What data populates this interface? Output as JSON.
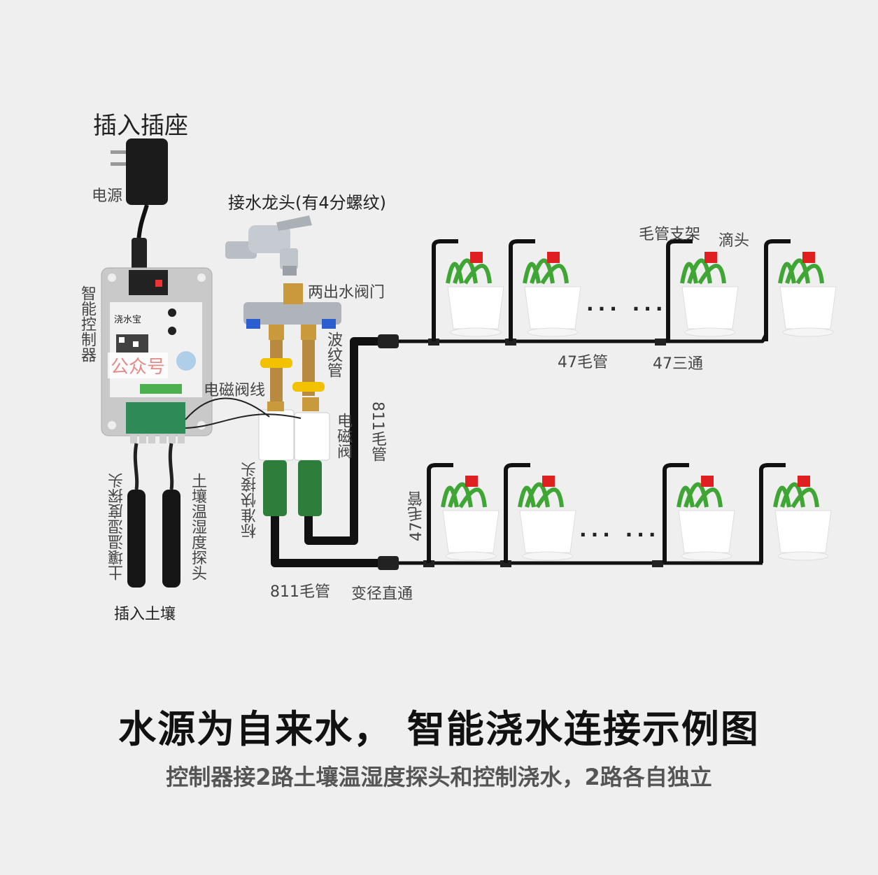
{
  "labels": {
    "plug_in_socket": "插入插座",
    "power": "电源",
    "smart_controller": "智能控制器",
    "faucet": "接水龙头(有4分螺纹)",
    "two_outlet_valve": "两出水阀门",
    "corrugated_pipe": "波纹管",
    "solenoid_wire": "电磁阀线",
    "solenoid_valve": "电磁阀",
    "capillary_811_vertical": "811毛管",
    "standard_quick_connector": "标准快接头",
    "soil_probe_left": "土壤温湿度探头",
    "soil_probe_right": "土壤温湿度探头",
    "insert_soil": "插入土壤",
    "capillary_811_bottom": "811毛管",
    "reducer_straight": "变径直通",
    "capillary_bracket": "毛管支架",
    "dripper": "滴头",
    "capillary_47_top": "47毛管",
    "tee_47": "47三通",
    "capillary_47_left": "47毛管",
    "ellipsis_top": "··· ···",
    "ellipsis_bottom": "··· ···"
  },
  "controller": {
    "brand": "浇水宝",
    "public_account": "公众号"
  },
  "main_title": "水源为自来水， 智能浇水连接示例图",
  "sub_title": "控制器接2路土壤温湿度探头和控制浇水，2路各自独立",
  "colors": {
    "background": "#efefef",
    "pipe": "#111111",
    "controller_body": "#c9c9c9",
    "terminal_green": "#2e8b57",
    "plant_leaf": "#3fa535",
    "dripper_red": "#e02020",
    "pot": "#ffffff",
    "valve_brass": "#c99a3c",
    "nut_yellow": "#f2c200",
    "quick_connector": "#2f7d3a"
  }
}
